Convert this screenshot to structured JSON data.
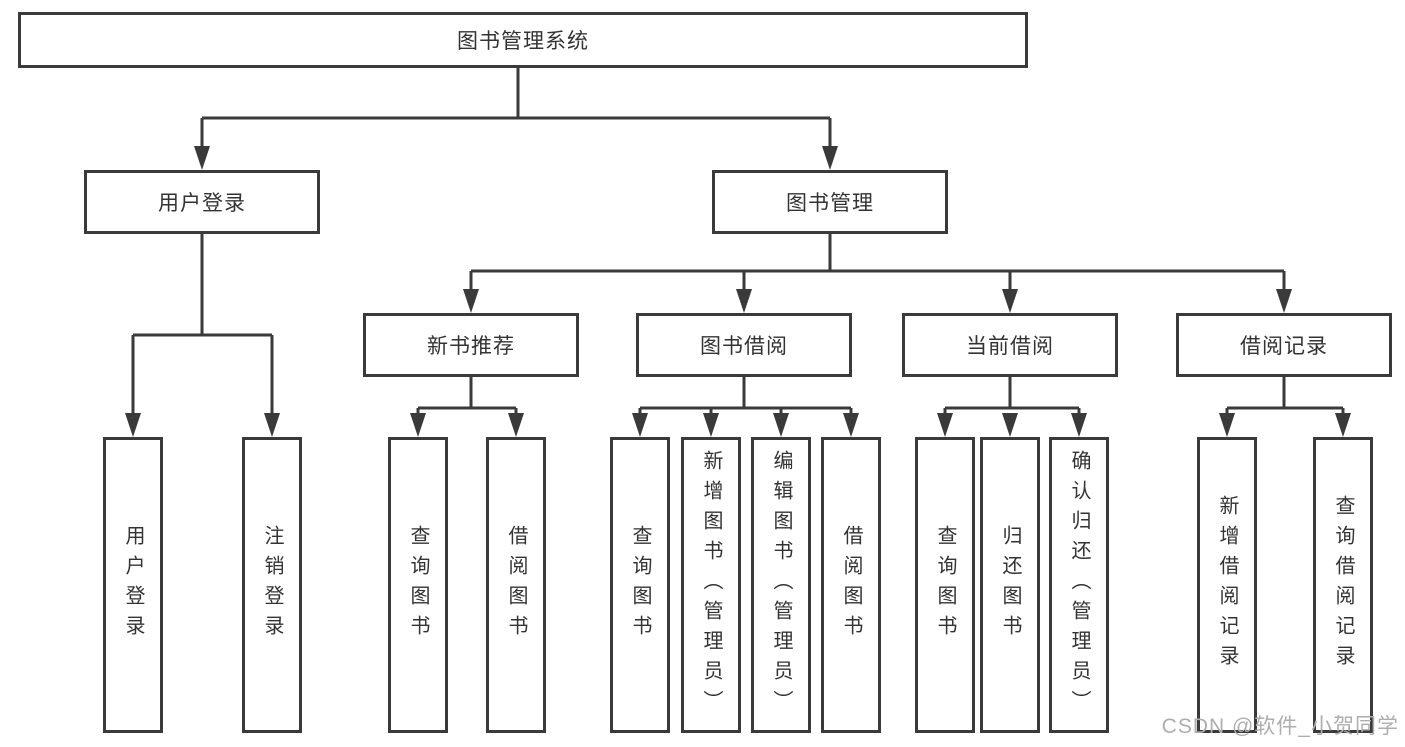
{
  "diagram": {
    "root": {
      "label": "图书管理系统"
    },
    "branches": [
      {
        "label": "用户登录",
        "children": [
          "用户登录",
          "注销登录"
        ]
      },
      {
        "label": "图书管理",
        "children": [
          {
            "label": "新书推荐",
            "children": [
              "查询图书",
              "借阅图书"
            ]
          },
          {
            "label": "图书借阅",
            "children": [
              "查询图书",
              "新增图书（管理员）",
              "编辑图书（管理员）",
              "借阅图书"
            ]
          },
          {
            "label": "当前借阅",
            "children": [
              "查询图书",
              "归还图书",
              "确认归还（管理员）"
            ]
          },
          {
            "label": "借阅记录",
            "children": [
              "新增借阅记录",
              "查询借阅记录"
            ]
          }
        ]
      }
    ]
  },
  "watermark": {
    "text": "CSDN @软件_小贺同学"
  },
  "colors": {
    "line": "#3a3a3a",
    "box_border": "#3a3a3a",
    "text": "#333333",
    "watermark": "#aeaeae",
    "background": "#ffffff"
  }
}
